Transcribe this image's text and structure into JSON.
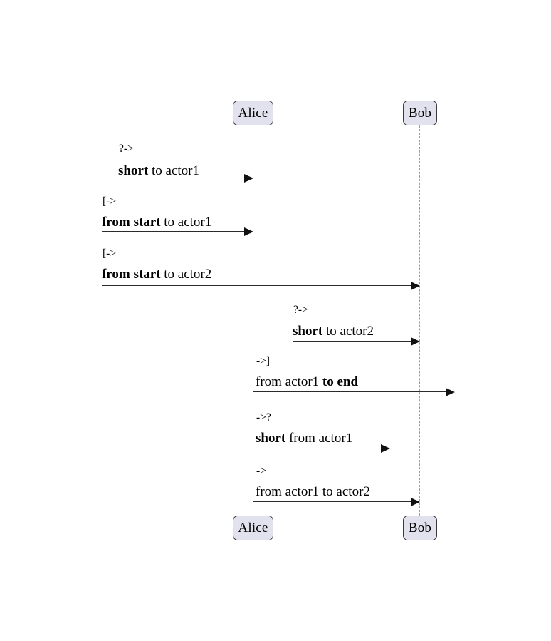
{
  "diagram": {
    "type": "sequence-diagram",
    "background_color": "#ffffff",
    "participant_fill": "#E2E2EE",
    "participant_border": "#3a3a3a",
    "lifeline_color": "#9a9a9a",
    "arrow_color": "#2b2b2b"
  },
  "participants": [
    {
      "name": "Alice",
      "label": "Alice"
    },
    {
      "name": "Bob",
      "label": "Bob"
    }
  ],
  "participants_bottom": [
    {
      "name": "Alice",
      "label": "Alice"
    },
    {
      "name": "Bob",
      "label": "Bob"
    }
  ],
  "messages": [
    {
      "arrow_code": "?->",
      "text_plain": "short to actor1",
      "text_bold": "short",
      "text_rest": " to actor1",
      "from": "found",
      "to": "Alice"
    },
    {
      "arrow_code": "[->",
      "text_plain": "from start to actor1",
      "text_bold": "from start",
      "text_rest": " to actor1",
      "from": "start",
      "to": "Alice"
    },
    {
      "arrow_code": "[->",
      "text_plain": "from start to actor2",
      "text_bold": "from start",
      "text_rest": " to actor2",
      "from": "start",
      "to": "Bob"
    },
    {
      "arrow_code": "?->",
      "text_plain": "short to actor2",
      "text_bold": "short",
      "text_rest": " to actor2",
      "from": "found",
      "to": "Bob"
    },
    {
      "arrow_code": "->]",
      "text_plain": "from actor1 to end",
      "text_pre": "from actor1 ",
      "text_bold": "to end",
      "from": "Alice",
      "to": "end"
    },
    {
      "arrow_code": "->?",
      "text_plain": "short from actor1",
      "text_bold": "short",
      "text_rest": " from actor1",
      "from": "Alice",
      "to": "lost"
    },
    {
      "arrow_code": "->",
      "text_plain": "from actor1 to actor2",
      "text_pre": "from actor1 to actor2",
      "from": "Alice",
      "to": "Bob"
    }
  ]
}
